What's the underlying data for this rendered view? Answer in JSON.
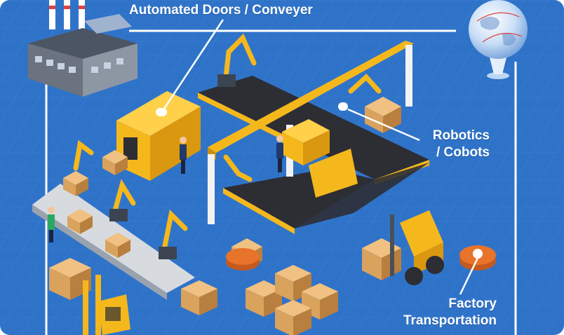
{
  "labels": {
    "doors": {
      "text": "Automated Doors / Conveyer"
    },
    "robotics": {
      "line1": "Robotics",
      "line2": "/ Cobots"
    },
    "transport": {
      "line1": "Factory",
      "line2": "Transportation"
    }
  },
  "colors": {
    "background": "#2f73c9",
    "frame_line": "#ffffff",
    "machine_yellow": "#f5b81c",
    "belt_dark": "#2d2d34",
    "boxes": "#d9a25d",
    "agv_orange": "#e8732a"
  },
  "icons": [
    "factory-building-icon",
    "globe-icon"
  ]
}
